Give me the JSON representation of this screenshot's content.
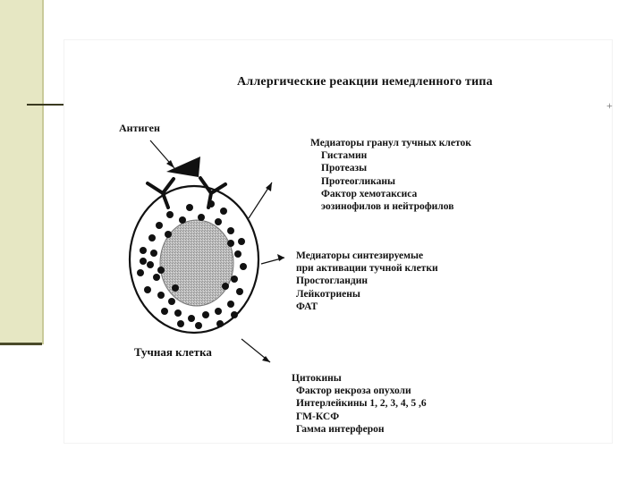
{
  "title": "Аллергические реакции немедленного типа",
  "labels": {
    "antigen": "Антиген",
    "mast_cell": "Тучная клетка"
  },
  "group_granule": {
    "header": "Медиаторы гранул тучных клеток",
    "items": [
      "Гистамин",
      "Протеазы",
      "Протеогликаны",
      "Фактор хемотаксиса",
      "эозинофилов и нейтрофилов"
    ]
  },
  "group_synth": {
    "header_lines": [
      "Медиаторы синтезируемые",
      "при активации тучной клетки"
    ],
    "items": [
      "Простогландин",
      "Лейкотриены",
      "ФАТ"
    ]
  },
  "group_cytokines": {
    "header": "Цитокины",
    "items": [
      "Фактор некроза опухоли",
      "Интерлейкины 1, 2, 3, 4, 5 ,6",
      "ГМ-КСФ",
      "Гамма интерферон"
    ]
  }
}
